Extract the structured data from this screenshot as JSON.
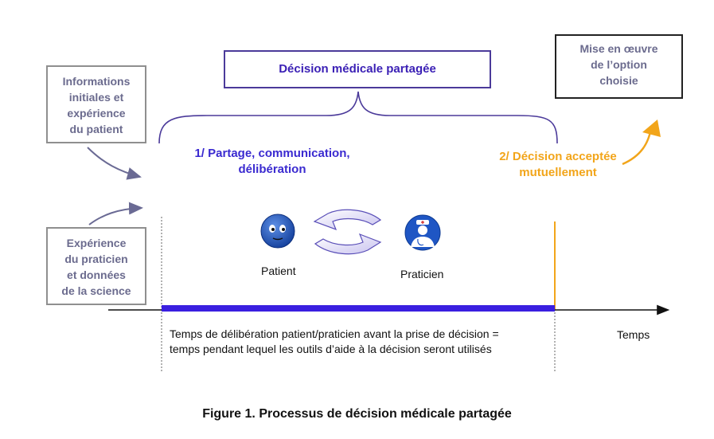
{
  "diagram": {
    "title_box": "Décision médicale partagée",
    "left_top_box": [
      "Informations",
      "initiales et",
      "expérience",
      "du patient"
    ],
    "left_bottom_box": [
      "Expérience",
      "du praticien",
      "et données",
      "de la science"
    ],
    "right_box": [
      "Mise en œuvre",
      "de l’option",
      "choisie"
    ],
    "phase1": [
      "1/ Partage, communication,",
      "délibération"
    ],
    "phase2": [
      "2/ Décision acceptée",
      "mutuellement"
    ],
    "patient_label": "Patient",
    "praticien_label": "Praticien",
    "time_label": "Temps",
    "deliberation_text": [
      "Temps de délibération patient/praticien avant la prise de décision =",
      "temps pendant lequel les outils d’aide à la décision seront utilisés"
    ],
    "caption": "Figure 1. Processus de décision médicale partagée",
    "icons": {
      "patient": "patient-face-icon",
      "praticien": "doctor-icon",
      "cycle": "exchange-arrows-icon"
    },
    "colors": {
      "purple": "#3a2ad0",
      "orange": "#f2a51a",
      "timeline_bar": "#3a1fe0",
      "gray_text": "#6b6b8e",
      "icon_blue": "#1f56c4"
    }
  }
}
